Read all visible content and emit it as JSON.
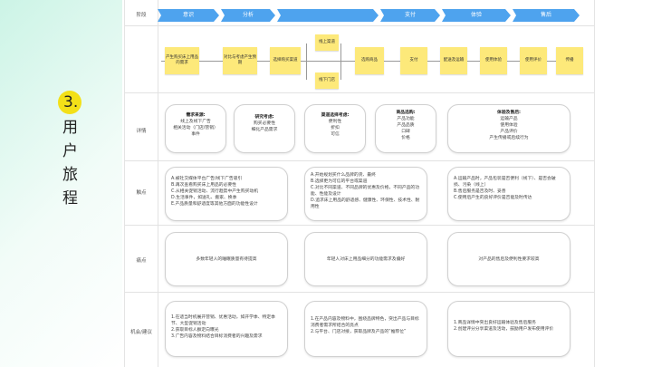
{
  "slide": {
    "number": "3.",
    "title": "用户旅程"
  },
  "rows": {
    "stage": "阶段",
    "detail": "详情",
    "touch": "触点",
    "pain": "痛点",
    "opportunity": "机会/建议"
  },
  "stages": [
    "意识",
    "分析",
    "",
    "支付",
    "体验",
    "售后"
  ],
  "stickies": {
    "s1": "产生购买床上用品的需求",
    "s2": "对比与考虑产生预期",
    "s3": "选择购买渠道",
    "s4": "线上渠道",
    "s5": "线下门店",
    "s6": "选购商品",
    "s7": "支付",
    "s8": "配送及运输",
    "s9": "使用体验",
    "s10": "使用评价",
    "s11": "传播"
  },
  "details": [
    {
      "title": "需求来源:",
      "lines": [
        "线上及线下广告",
        "相关活动（门店/营销）",
        "事件"
      ]
    },
    {
      "title": "研究考虑:",
      "lines": [
        "购买必要性",
        "细化产品需求"
      ]
    },
    {
      "title": "渠道选择考虑:",
      "lines": [
        "便利性",
        "折扣",
        "可信"
      ]
    },
    {
      "title": "商品选购:",
      "lines": [
        "产品功能",
        "产品品质",
        "口碑",
        "价格"
      ]
    },
    {
      "title": "体验及售后:",
      "lines": [
        "运输产品",
        "使用体验",
        "产品评价",
        "产生传播或后续行为"
      ]
    }
  ],
  "touchpoints": [
    [
      "A.被社交媒体平台广告/线下广告吸引",
      "B.再次查看购买床上用品的必要性",
      "C.从相关促销活动、流行趋势中产生购买动机",
      "D.生活事件，如送礼、搬家、换季",
      "E.产品质量和舒适度等其他方面的功能性设计"
    ],
    [
      "A.开始规划买什么品牌的货、最终",
      "B.选择更为可信的平台或渠道",
      "C.对比不同渠道、不同品牌的优惠及价格，不同产品的功能、性能及设计",
      "D.追求床上用品的舒适感、健康性、环保性、技术性、耐用性"
    ],
    [
      "A.运输产品时，产品包装是否便利（线下）、是否会破损、污染（线上）",
      "B.售后服务是否及时、妥善",
      "C.使用后产生的良好评价是否能及时传达"
    ]
  ],
  "pains": [
    "多数年轻人的睡眠质量有待提高",
    "年轻人对床上用品细分的功能需求及偏好",
    "对产品的售后及便利性要求较高"
  ],
  "opportunities": [
    [
      "1.在适当时机展开营销、优惠活动，如开学季、特定季节、大型促销活动",
      "2.获取目标人群定向曝光",
      "3.广告内容及物料结合目标消费者的兴趣及需求"
    ],
    [
      "1.在产品内容及物料中，围绕品牌特色，突出产品与目标消费者需求所结合的亮点",
      "2.与平台、门店对接，获取品牌及产品的“推荐位”"
    ],
    [
      "1.商品详情中突出良好运输体验及售后服务",
      "2.创建评分分享渠道及活动，鼓励用户发布使用评价"
    ]
  ]
}
